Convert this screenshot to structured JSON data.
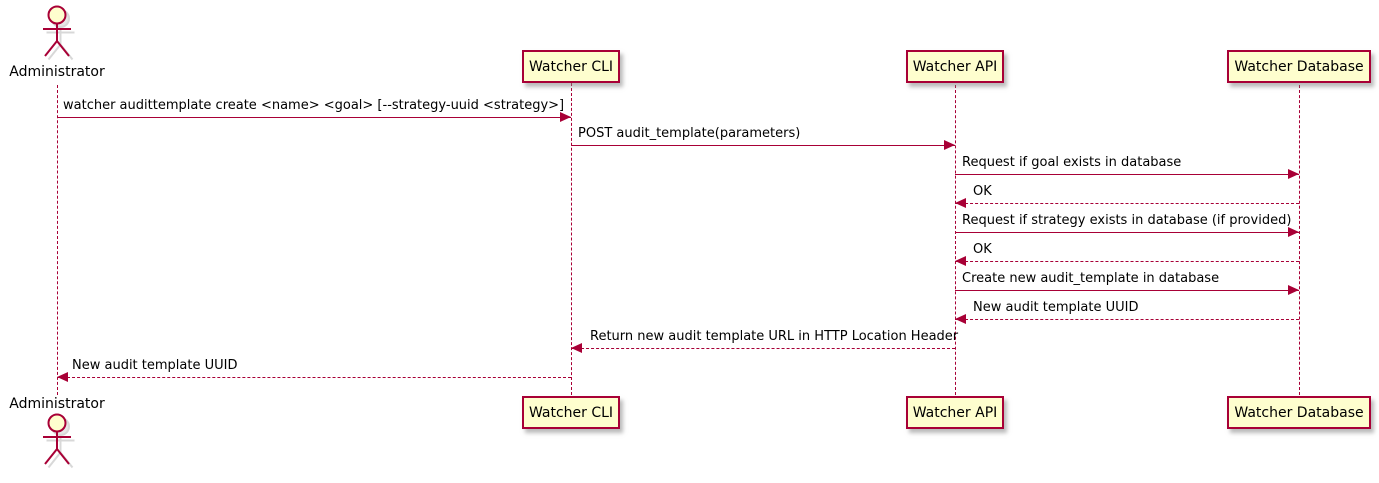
{
  "diagram": {
    "kind": "plantuml-sequence-diagram",
    "background": "#FFFFFF",
    "accent_color": "#A80036",
    "participant_fill": "#FEFECE",
    "text_color": "#000000"
  },
  "participants": [
    {
      "name": "Administrator",
      "kind": "actor"
    },
    {
      "name": "Watcher CLI",
      "kind": "participant"
    },
    {
      "name": "Watcher API",
      "kind": "participant"
    },
    {
      "name": "Watcher Database",
      "kind": "participant"
    }
  ],
  "messages": [
    {
      "from": "Administrator",
      "to": "Watcher CLI",
      "line": "solid",
      "direction": "right",
      "label": "watcher audittemplate create <name> <goal> [--strategy-uuid <strategy>]"
    },
    {
      "from": "Watcher CLI",
      "to": "Watcher API",
      "line": "solid",
      "direction": "right",
      "label": "POST audit_template(parameters)"
    },
    {
      "from": "Watcher API",
      "to": "Watcher Database",
      "line": "solid",
      "direction": "right",
      "label": "Request if goal exists in database"
    },
    {
      "from": "Watcher Database",
      "to": "Watcher API",
      "line": "dashed",
      "direction": "left",
      "label": "OK"
    },
    {
      "from": "Watcher API",
      "to": "Watcher Database",
      "line": "solid",
      "direction": "right",
      "label": "Request if strategy exists in database (if provided)"
    },
    {
      "from": "Watcher Database",
      "to": "Watcher API",
      "line": "dashed",
      "direction": "left",
      "label": "OK"
    },
    {
      "from": "Watcher API",
      "to": "Watcher Database",
      "line": "solid",
      "direction": "right",
      "label": "Create new audit_template in database"
    },
    {
      "from": "Watcher Database",
      "to": "Watcher API",
      "line": "dashed",
      "direction": "left",
      "label": "New audit template UUID"
    },
    {
      "from": "Watcher API",
      "to": "Watcher CLI",
      "line": "dashed",
      "direction": "left",
      "label": "Return new audit template URL in HTTP Location Header"
    },
    {
      "from": "Watcher CLI",
      "to": "Administrator",
      "line": "dashed",
      "direction": "left",
      "label": "New audit template UUID"
    }
  ]
}
